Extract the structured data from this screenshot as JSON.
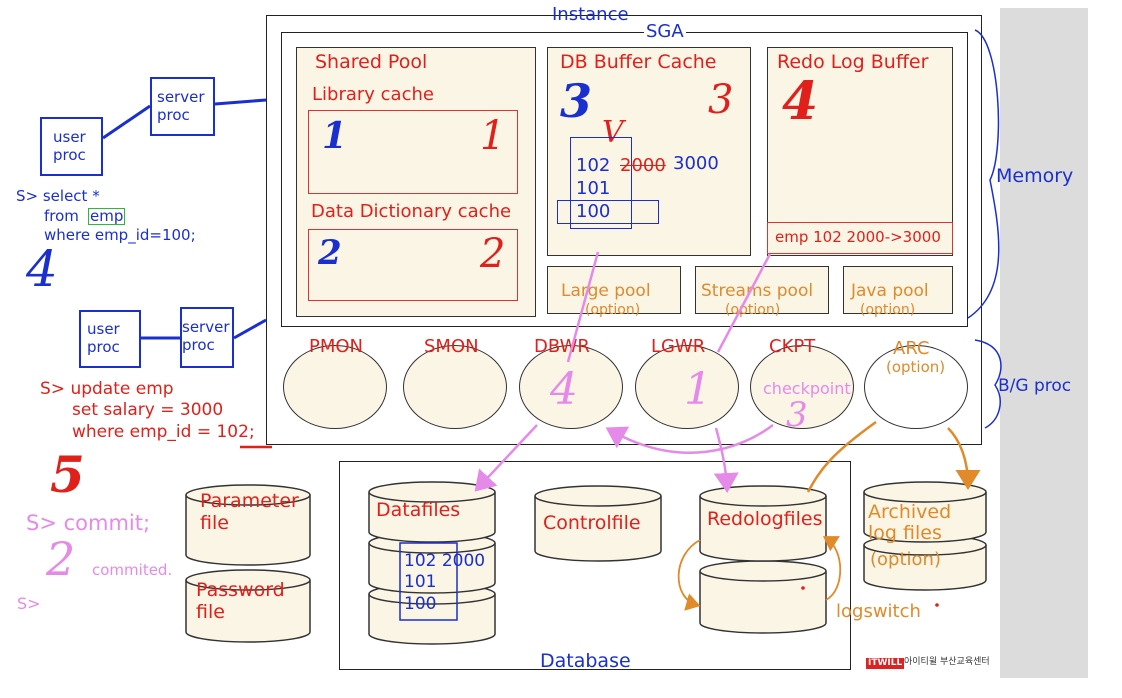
{
  "instance": {
    "title": "Instance",
    "sga_title": "SGA",
    "shared_pool": {
      "title": "Shared Pool",
      "library_cache": {
        "label": "Library cache",
        "num_blue": "1",
        "num_red": "1"
      },
      "dict_cache": {
        "label": "Data Dictionary cache",
        "num_blue": "2",
        "num_red": "2"
      }
    },
    "db_buffer": {
      "title": "DB Buffer Cache",
      "num_blue": "3",
      "num_red": "3",
      "mark": "V",
      "rows": [
        "102",
        "101",
        "100"
      ],
      "old_value": "2000",
      "new_value": "3000"
    },
    "redo_buffer": {
      "title": "Redo Log Buffer",
      "num": "4",
      "entry": "emp 102 2000->3000"
    },
    "pools": [
      {
        "name": "Large pool",
        "sub": "(option)"
      },
      {
        "name": "Streams pool",
        "sub": "(option)"
      },
      {
        "name": "Java pool",
        "sub": "(option)"
      }
    ],
    "processes": [
      {
        "name": "PMON",
        "note": ""
      },
      {
        "name": "SMON",
        "note": ""
      },
      {
        "name": "DBWR",
        "note": "4"
      },
      {
        "name": "LGWR",
        "note": "1"
      },
      {
        "name": "CKPT",
        "note": "3"
      },
      {
        "name": "ARC",
        "note": "(option)"
      }
    ],
    "checkpoint_label": "checkpoint"
  },
  "side_labels": {
    "memory": "Memory",
    "bg_proc": "B/G proc"
  },
  "left": {
    "user_proc_1": "user\nproc",
    "server_proc_1": "server\nproc",
    "user_proc_2": "user\nproc",
    "server_proc_2": "server\nproc",
    "select_sql": [
      "S> select *",
      "from ",
      "emp",
      "where emp_id=100;"
    ],
    "select_num": "4",
    "update_sql": [
      "S> update emp",
      "set salary = 3000",
      "where emp_id = 102;"
    ],
    "update_num": "5",
    "commit": "S> commit;",
    "commit_num": "2",
    "commited": "commited.",
    "prompt": "S>"
  },
  "files": {
    "parameter": "Parameter\nfile",
    "password": "Password\nfile",
    "datafiles": "Datafiles",
    "datafile_rows": [
      "102 2000",
      "101",
      "100"
    ],
    "controlfile": "Controlfile",
    "redologfiles": "Redologfiles",
    "logswitch": "logswitch",
    "archived": "Archived\nlog files",
    "archived_opt": "(option)",
    "database": "Database"
  },
  "logo": {
    "brand": "ITWILL",
    "caption": "아이티윌 부산교육센터"
  },
  "colors": {
    "red": "#e0201a",
    "blue": "#1a2fd0",
    "pink": "#e58ae8",
    "orange": "#e08a2a",
    "cream": "#fbf5e6"
  }
}
